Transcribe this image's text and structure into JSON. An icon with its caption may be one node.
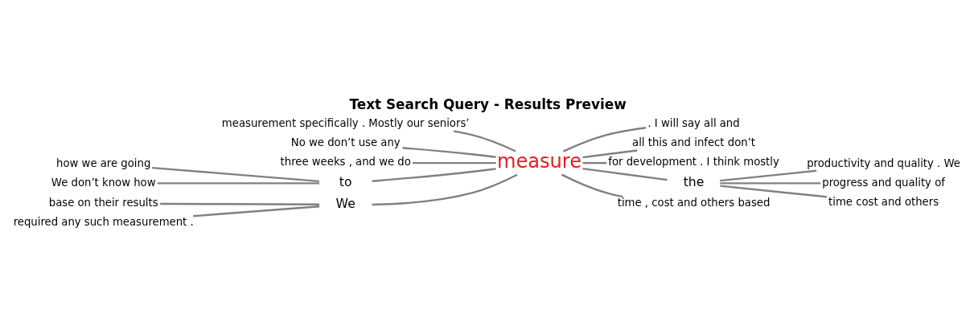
{
  "diagram": {
    "title": "Text Search Query - Results Preview",
    "nodes": [
      {
        "text": [
          "measure"
        ]
      },
      {
        "text": [
          "measurement specifically . Mostly our seniors’"
        ]
      },
      {
        "text": [
          "No we don’t use any"
        ]
      },
      {
        "text": [
          "three weeks , and we do"
        ]
      },
      {
        "text": [
          "to"
        ]
      },
      {
        "text": [
          "how we are going"
        ]
      },
      {
        "text": [
          "We don’t know how"
        ]
      },
      {
        "text": [
          "We"
        ]
      },
      {
        "text": [
          "base on their results"
        ]
      },
      {
        "text": [
          "required any such measurement ."
        ]
      },
      {
        "text": [
          ". I will say all and"
        ]
      },
      {
        "text": [
          "all this and infect don’t"
        ]
      },
      {
        "text": [
          "for development . I think mostly"
        ]
      },
      {
        "text": [
          "the"
        ]
      },
      {
        "text": [
          "productivity and quality . We"
        ]
      },
      {
        "text": [
          "progress and quality of"
        ]
      },
      {
        "text": [
          "time cost and others"
        ]
      },
      {
        "text": [
          "time , cost and others based"
        ]
      }
    ],
    "edges": [
      {
        "from": 1,
        "to": 0,
        "arrow": "none"
      },
      {
        "from": 2,
        "to": 0,
        "arrow": "none"
      },
      {
        "from": 3,
        "to": 0,
        "arrow": "none"
      },
      {
        "from": 5,
        "to": 4,
        "arrow": "none"
      },
      {
        "from": 6,
        "to": 4,
        "arrow": "none"
      },
      {
        "from": 4,
        "to": 0,
        "arrow": "none"
      },
      {
        "from": 8,
        "to": 7,
        "arrow": "none"
      },
      {
        "from": 9,
        "to": 7,
        "arrow": "none"
      },
      {
        "from": 7,
        "to": 0,
        "arrow": "none"
      },
      {
        "from": 0,
        "to": 10,
        "arrow": "none"
      },
      {
        "from": 0,
        "to": 11,
        "arrow": "none"
      },
      {
        "from": 0,
        "to": 12,
        "arrow": "none"
      },
      {
        "from": 0,
        "to": 13,
        "arrow": "none"
      },
      {
        "from": 13,
        "to": 14,
        "arrow": "none"
      },
      {
        "from": 13,
        "to": 15,
        "arrow": "none"
      },
      {
        "from": 13,
        "to": 16,
        "arrow": "none"
      },
      {
        "from": 0,
        "to": 17,
        "arrow": "none"
      }
    ]
  }
}
